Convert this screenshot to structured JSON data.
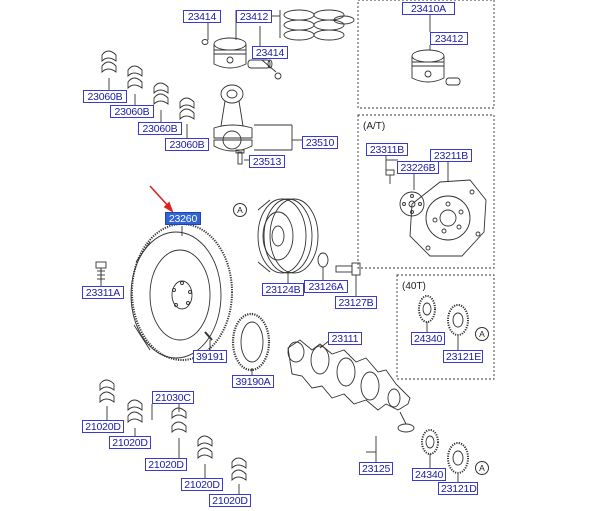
{
  "labels": {
    "p23414a": "23414",
    "p23412a": "23412",
    "p23414b": "23414",
    "p23410A": "23410A",
    "p23412b": "23412",
    "p23060B_1": "23060B",
    "p23060B_2": "23060B",
    "p23060B_3": "23060B",
    "p23060B_4": "23060B",
    "p23510": "23510",
    "p23513": "23513",
    "p23311B": "23311B",
    "p23226B": "23226B",
    "p23211B": "23211B",
    "p23260": "23260",
    "p23311A": "23311A",
    "p23124B": "23124B",
    "p23126A": "23126A",
    "p23127B": "23127B",
    "p24340a": "24340",
    "p23121E": "23121E",
    "p23111": "23111",
    "p39191": "39191",
    "p39190A": "39190A",
    "p21030C": "21030C",
    "p21020D_1": "21020D",
    "p21020D_2": "21020D",
    "p21020D_3": "21020D",
    "p21020D_4": "21020D",
    "p21020D_5": "21020D",
    "p23125": "23125",
    "p24340b": "24340",
    "p23121D": "23121D"
  },
  "panels": {
    "at": "(A/T)",
    "forty_t": "(40T)"
  },
  "callouts": {
    "a1": "A",
    "a2": "A",
    "a3": "A"
  },
  "highlight": {
    "label": "23260",
    "color": "#2f64d8",
    "arrow_color": "#e02020"
  }
}
